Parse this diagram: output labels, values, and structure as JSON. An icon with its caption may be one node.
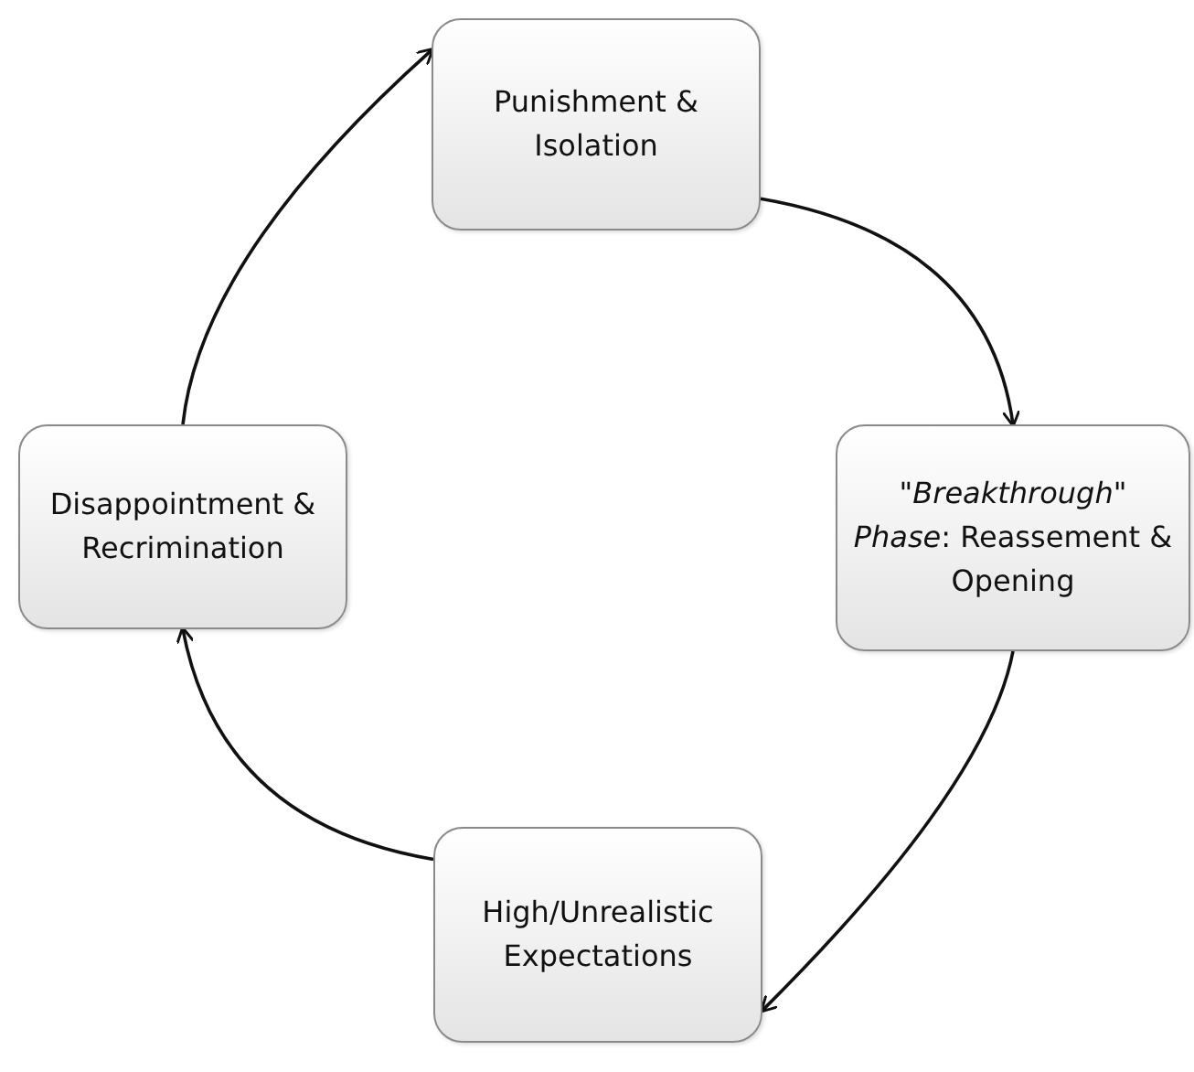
{
  "diagram": {
    "nodes": [
      {
        "text": [
          "Punishment & Isolation"
        ]
      },
      {
        "text": [
          "*\"Breakthrough\" Phase*: Reassement & Opening"
        ]
      },
      {
        "text": [
          "High/Unrealistic Expectations"
        ]
      },
      {
        "text": [
          "Disappointment & Recrimination"
        ]
      }
    ],
    "edges": [
      {
        "from": 0,
        "to": 1,
        "arrow": "to"
      },
      {
        "from": 1,
        "to": 2,
        "arrow": "to"
      },
      {
        "from": 2,
        "to": 3,
        "arrow": "to"
      },
      {
        "from": 3,
        "to": 0,
        "arrow": "to"
      }
    ]
  }
}
